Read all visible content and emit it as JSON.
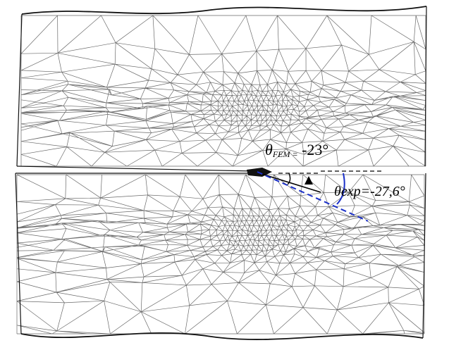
{
  "annotations": {
    "fem": {
      "symbol": "θ",
      "subscript": "FEM =",
      "value": "-23°"
    },
    "exp": {
      "text": "θexp=-27,6°"
    }
  },
  "colors": {
    "mesh": "#6a6a6a",
    "outline": "#111111",
    "experimental_line": "#1a2fc8",
    "fem_line": "#000000"
  }
}
